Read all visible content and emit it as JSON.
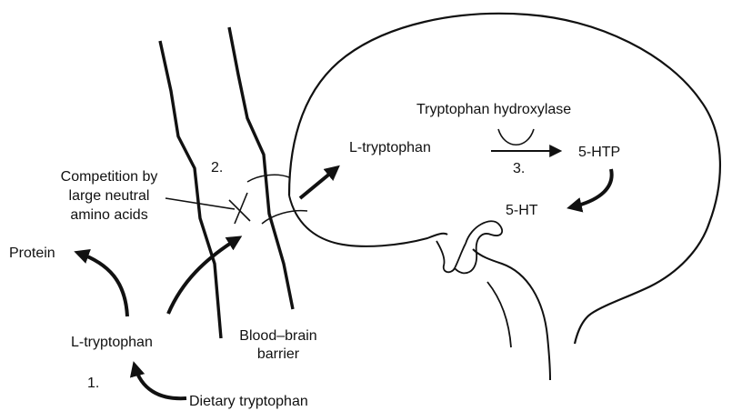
{
  "colors": {
    "ink": "#111111",
    "background": "#ffffff"
  },
  "labels": {
    "dietary_tryptophan": "Dietary tryptophan",
    "step1": "1.",
    "l_tryptophan_blood": "L-tryptophan",
    "protein": "Protein",
    "competition_line1": "Competition by",
    "competition_line2": "large neutral",
    "competition_line3": "amino acids",
    "step2": "2.",
    "bbb_line1": "Blood–brain",
    "bbb_line2": "barrier",
    "l_tryptophan_brain": "L-tryptophan",
    "enzyme": "Tryptophan hydroxylase",
    "step3": "3.",
    "htp": "5-HTP",
    "ht": "5-HT"
  }
}
